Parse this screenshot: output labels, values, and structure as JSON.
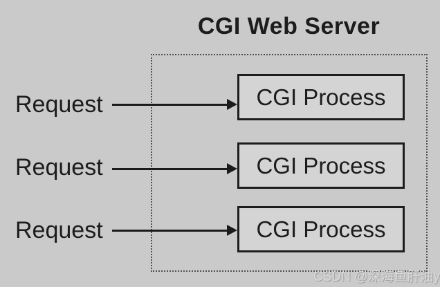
{
  "title": "CGI Web Server",
  "diagram": {
    "rows": [
      {
        "request_label": "Request",
        "process_label": "CGI Process"
      },
      {
        "request_label": "Request",
        "process_label": "CGI Process"
      },
      {
        "request_label": "Request",
        "process_label": "CGI Process"
      }
    ]
  },
  "watermark": "CSDN @深海鱼肝油ya",
  "colors": {
    "background": "#cacaca",
    "process_box_fill": "#d4d4d4",
    "line_and_text": "#1c1c1c",
    "dashed_border": "#4f4f4f",
    "watermark_text": "#d9d9d9"
  }
}
